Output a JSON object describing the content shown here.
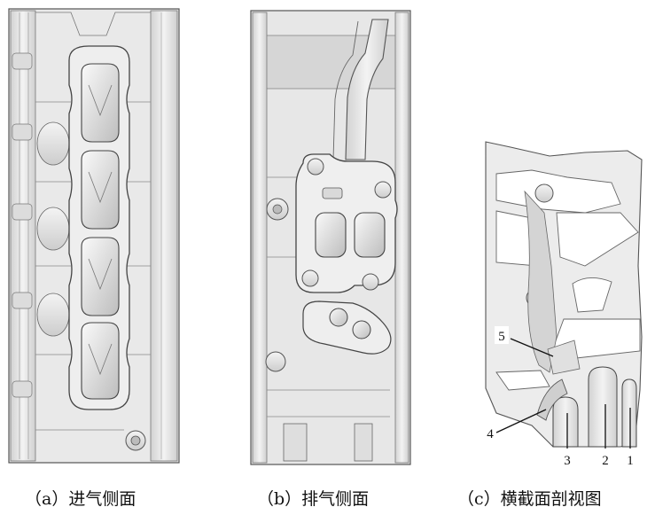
{
  "captions": {
    "a": "（a）进气侧面",
    "b": "（b）排气侧面",
    "c": "（c）横截面剖视图"
  },
  "callouts": [
    "1",
    "2",
    "3",
    "4",
    "5"
  ],
  "colors": {
    "metal": "#e6e6e6",
    "metal_light": "#f2f2f2",
    "metal_dark": "#c9c9c9",
    "edge": "#555555",
    "shadow": "#bdbdbd"
  }
}
